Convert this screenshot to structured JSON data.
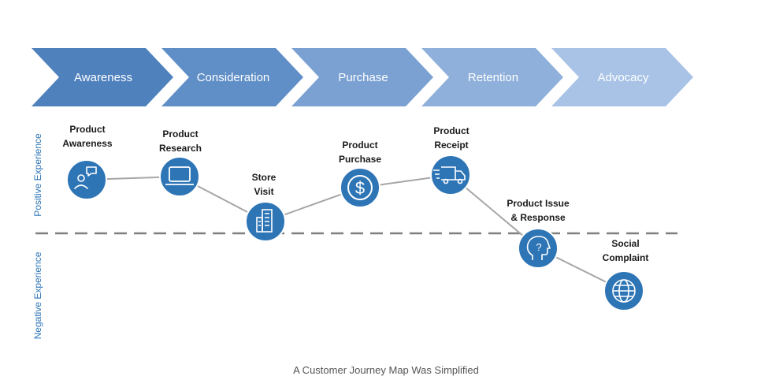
{
  "stages": [
    {
      "label": "Awareness",
      "color": "#4f81bd"
    },
    {
      "label": "Consideration",
      "color": "#5f8fc6"
    },
    {
      "label": "Purchase",
      "color": "#7aa1d2"
    },
    {
      "label": "Retention",
      "color": "#8fb0da"
    },
    {
      "label": "Advocacy",
      "color": "#a8c3e6"
    }
  ],
  "axis_labels": {
    "positive": "Positive Experience",
    "negative": "Negative Experience"
  },
  "steps": [
    {
      "lines": [
        "Product",
        "Awareness"
      ],
      "icon": "person-chat-icon"
    },
    {
      "lines": [
        "Product",
        "Research"
      ],
      "icon": "laptop-icon"
    },
    {
      "lines": [
        "Store",
        "Visit"
      ],
      "icon": "building-icon"
    },
    {
      "lines": [
        "Product",
        "Purchase"
      ],
      "icon": "dollar-icon"
    },
    {
      "lines": [
        "Product",
        "Receipt"
      ],
      "icon": "delivery-truck-icon"
    },
    {
      "lines": [
        "Product  Issue",
        "& Response"
      ],
      "icon": "head-question-icon"
    },
    {
      "lines": [
        "Social",
        "Complaint"
      ],
      "icon": "globe-icon"
    }
  ],
  "colors": {
    "node": "#2e75b6",
    "line": "#a6a6a6",
    "divider": "#7f7f7f",
    "side_text": "#2e75b6"
  },
  "caption": "A Customer Journey Map Was Simplified"
}
